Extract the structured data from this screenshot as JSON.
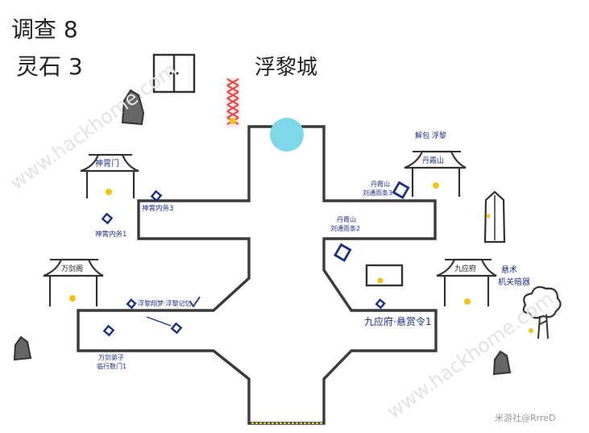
{
  "header": {
    "investigate_label": "调查 8",
    "spirit_stone_label": "灵石 3"
  },
  "city": {
    "name": "浮黎城"
  },
  "buildings": {
    "shenxiao_gate": "神霄门",
    "wanjian_house": "万剑阁",
    "danxia_mountain": "丹霞山",
    "jiuying_mansion": "九应府"
  },
  "notes": {
    "top_right": "解包 浮黎",
    "shenxiao_dispatch_3": "神霄内务3",
    "shenxiao_dispatch_1": "神霄内务1",
    "danxia_wuzhang_3": "丹霞山\n刘通雨条3",
    "danxia_wuzhang_2": "丹霞山\n刘通雨条2",
    "fuli_plan": "浮黎翔梦·浮黎记忆",
    "bottom_left": "万剑弟子\n临行数门1",
    "jiuying_record": "九应府·悬赏令1",
    "jiuying_side": "悬术\n机关暗器"
  },
  "watermarks": {
    "site": "www.hackhome.com",
    "credit": "米游社@RrreD"
  },
  "colors": {
    "wall": "#3a3a3a",
    "marker_blue": "#1c2f86",
    "marker_yellow": "#f2c316",
    "exit_circle": "#7fd8ea",
    "seal_red": "#e8433f"
  }
}
